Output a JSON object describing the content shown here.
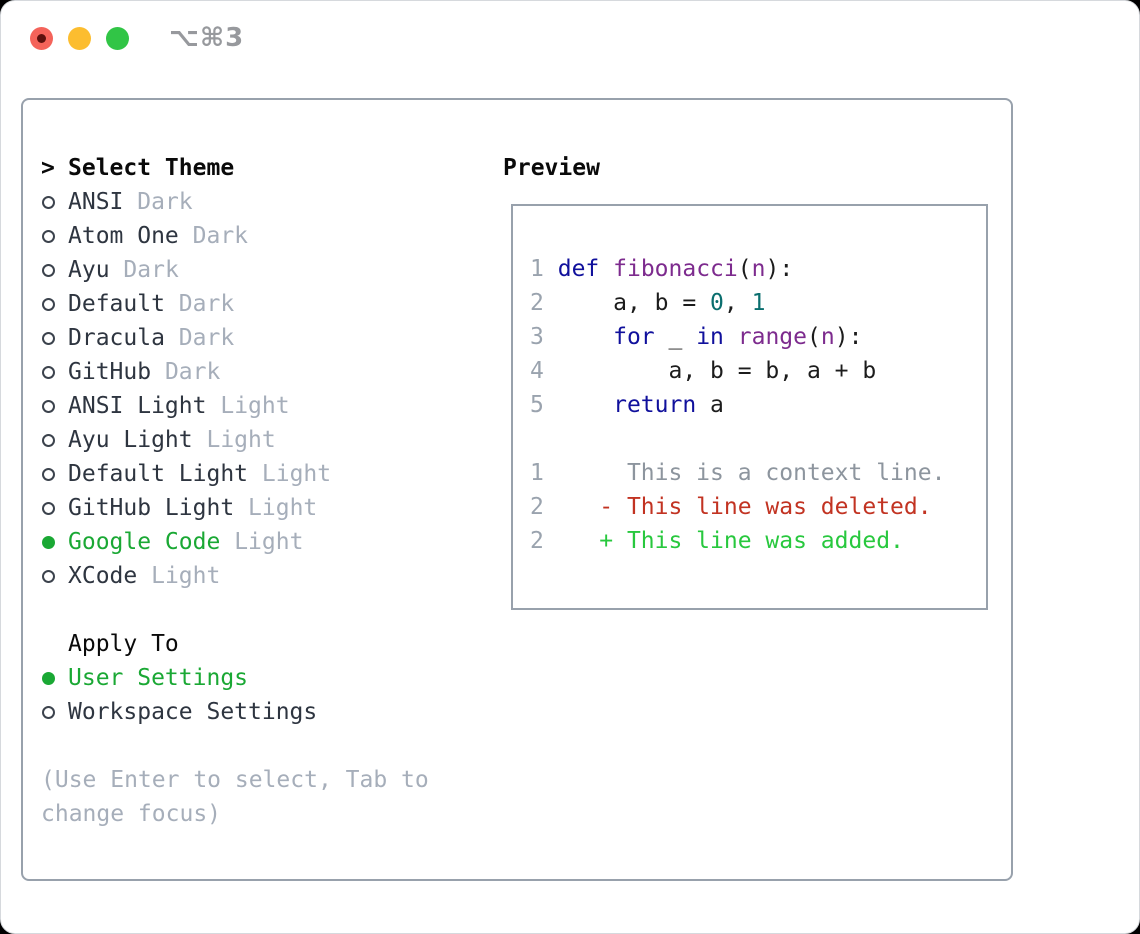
{
  "window": {
    "title": "⌥⌘3"
  },
  "colors": {
    "selection_green": "#1aa834",
    "diff_added_green": "#28c83e",
    "diff_deleted_red": "#c23322",
    "muted_gray": "#a6aeba",
    "line_number_gray": "#9aa3ae",
    "panel_border_gray": "#98a1ac",
    "keyword_navy": "#10109c",
    "function_purple": "#7d2b8e",
    "number_teal": "#0a6e6e",
    "traffic_red": "#f4635a",
    "traffic_yellow": "#fcbd2f",
    "traffic_green": "#31c546"
  },
  "theme_panel": {
    "header_prefix": ">",
    "header": "Select Theme",
    "items": [
      {
        "name": "ANSI",
        "variant": "Dark",
        "selected": false
      },
      {
        "name": "Atom One",
        "variant": "Dark",
        "selected": false
      },
      {
        "name": "Ayu",
        "variant": "Dark",
        "selected": false
      },
      {
        "name": "Default",
        "variant": "Dark",
        "selected": false
      },
      {
        "name": "Dracula",
        "variant": "Dark",
        "selected": false
      },
      {
        "name": "GitHub",
        "variant": "Dark",
        "selected": false
      },
      {
        "name": "ANSI Light",
        "variant": "Light",
        "selected": false
      },
      {
        "name": "Ayu Light",
        "variant": "Light",
        "selected": false
      },
      {
        "name": "Default Light",
        "variant": "Light",
        "selected": false
      },
      {
        "name": "GitHub Light",
        "variant": "Light",
        "selected": false
      },
      {
        "name": "Google Code",
        "variant": "Light",
        "selected": true
      },
      {
        "name": "XCode",
        "variant": "Light",
        "selected": false
      }
    ]
  },
  "apply_to": {
    "header": "Apply To",
    "options": [
      {
        "label": "User Settings",
        "selected": true
      },
      {
        "label": "Workspace Settings",
        "selected": false
      }
    ]
  },
  "help_text_lines": [
    "(Use Enter to select, Tab to",
    "change focus)"
  ],
  "preview": {
    "header": "Preview",
    "code_lines": [
      {
        "num": "1",
        "segments": [
          {
            "t": " ",
            "c": "pln"
          },
          {
            "t": "def",
            "c": "kwd"
          },
          {
            "t": " ",
            "c": "pln"
          },
          {
            "t": "fibonacci",
            "c": "typ"
          },
          {
            "t": "(",
            "c": "pln"
          },
          {
            "t": "n",
            "c": "typ"
          },
          {
            "t": "):",
            "c": "pln"
          }
        ]
      },
      {
        "num": "2",
        "segments": [
          {
            "t": "     a, b = ",
            "c": "pln"
          },
          {
            "t": "0",
            "c": "lit"
          },
          {
            "t": ", ",
            "c": "pln"
          },
          {
            "t": "1",
            "c": "lit"
          }
        ]
      },
      {
        "num": "3",
        "segments": [
          {
            "t": "     ",
            "c": "pln"
          },
          {
            "t": "for",
            "c": "kwd"
          },
          {
            "t": " _ ",
            "c": "pln"
          },
          {
            "t": "in",
            "c": "kwd"
          },
          {
            "t": " ",
            "c": "pln"
          },
          {
            "t": "range",
            "c": "typ"
          },
          {
            "t": "(",
            "c": "pln"
          },
          {
            "t": "n",
            "c": "typ"
          },
          {
            "t": "):",
            "c": "pln"
          }
        ]
      },
      {
        "num": "4",
        "segments": [
          {
            "t": "         a, b = b, a + b",
            "c": "pln"
          }
        ]
      },
      {
        "num": "5",
        "segments": [
          {
            "t": "     ",
            "c": "pln"
          },
          {
            "t": "return",
            "c": "kwd"
          },
          {
            "t": " a",
            "c": "pln"
          }
        ]
      }
    ],
    "diff_lines": [
      {
        "num": "1",
        "segments": [
          {
            "t": "      This is a context line.",
            "c": "ctx"
          }
        ]
      },
      {
        "num": "2",
        "segments": [
          {
            "t": "    - This line was deleted.",
            "c": "del"
          }
        ]
      },
      {
        "num": "2",
        "segments": [
          {
            "t": "    + This line was added.",
            "c": "add"
          }
        ]
      }
    ]
  }
}
